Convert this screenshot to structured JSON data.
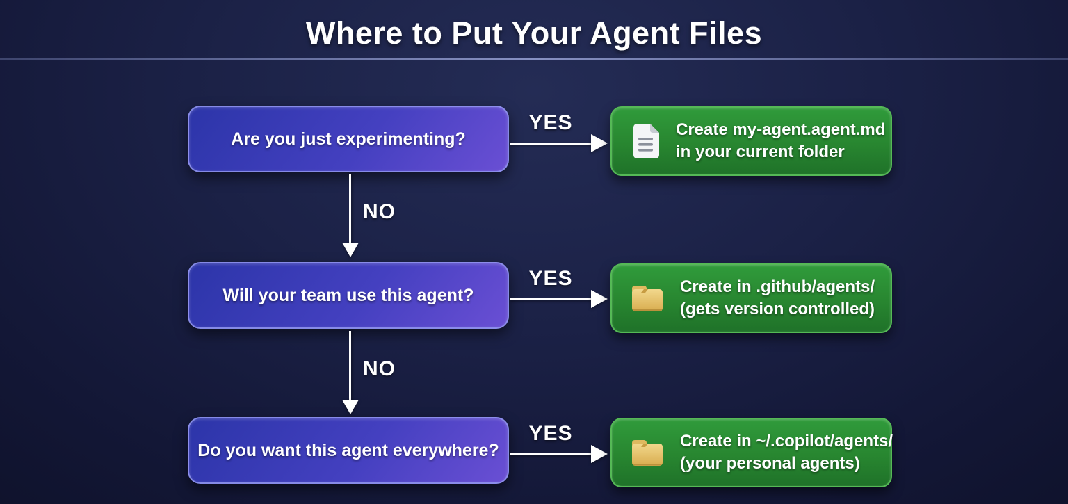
{
  "title": "Where to Put Your Agent Files",
  "colors": {
    "background": "#1b2146",
    "question_box": "#4440c0",
    "question_border": "#9499f0",
    "result_box": "#288630",
    "result_border": "#55b956",
    "arrow": "#ffffff",
    "folder_icon_fill": "#e9c66c",
    "document_icon_fill": "#f4f5f7"
  },
  "flow": {
    "rows": [
      {
        "question": "Are you just experimenting?",
        "yes_label": "YES",
        "no_label": "NO",
        "result": {
          "icon": "document-icon",
          "line1": "Create my-agent.agent.md",
          "line2": "in your current folder"
        }
      },
      {
        "question": "Will your team use this agent?",
        "yes_label": "YES",
        "no_label": "NO",
        "result": {
          "icon": "folder-icon",
          "line1": "Create in .github/agents/",
          "line2": "(gets version controlled)"
        }
      },
      {
        "question": "Do you want this agent everywhere?",
        "yes_label": "YES",
        "result": {
          "icon": "folder-icon",
          "line1": "Create in ~/.copilot/agents/",
          "line2": "(your personal agents)"
        }
      }
    ]
  }
}
